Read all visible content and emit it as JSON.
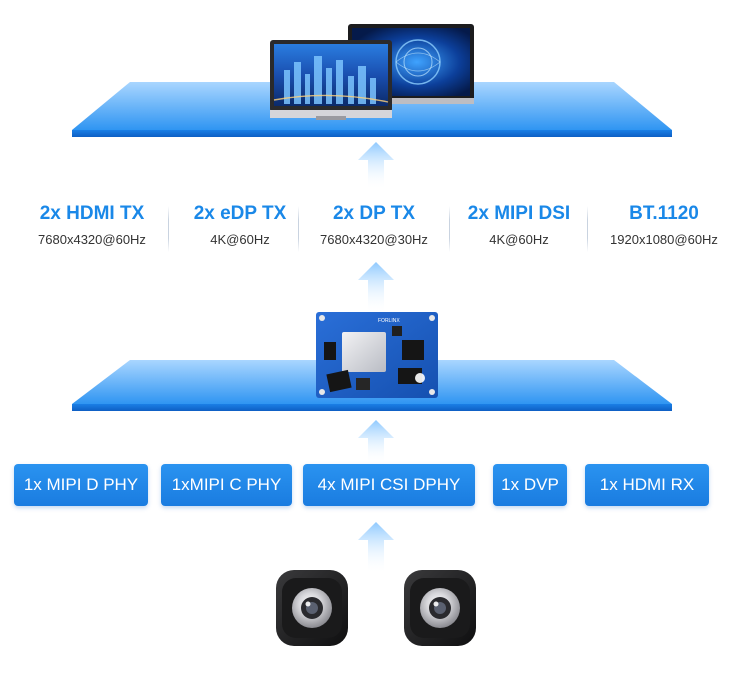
{
  "outputs": [
    {
      "title": "2x HDMI TX",
      "sub": "7680x4320@60Hz"
    },
    {
      "title": "2x eDP TX",
      "sub": "4K@60Hz"
    },
    {
      "title": "2x DP TX",
      "sub": "7680x4320@30Hz"
    },
    {
      "title": "2x MIPI DSI",
      "sub": "4K@60Hz"
    },
    {
      "title": "BT.1120",
      "sub": "1920x1080@60Hz"
    }
  ],
  "inputs": [
    {
      "label": "1x MIPI D PHY"
    },
    {
      "label": "1xMIPI C PHY"
    },
    {
      "label": "4x MIPI CSI DPHY"
    },
    {
      "label": "1x DVP"
    },
    {
      "label": "1x HDMI RX"
    }
  ],
  "board": {
    "brand": "FORLINX"
  },
  "colors": {
    "accent": "#1a88e8",
    "button": "#1f86e8",
    "platform": "#3aa0f5"
  }
}
